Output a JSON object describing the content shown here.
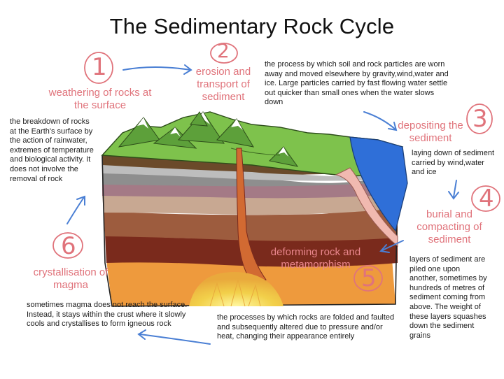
{
  "title": "The Sedimentary Rock Cycle",
  "steps": [
    {
      "number": "1",
      "label": "weathering of rocks at the surface",
      "description": "the breakdown of rocks at the Earth's surface by the action of rainwater, extremes of temperature and biological activity. It does not involve the removal of rock"
    },
    {
      "number": "2",
      "label": "erosion and transport of sediment",
      "description": "the process by which soil and rock particles are worn away and moved elsewhere by gravity,wind,water and ice. Large particles carried by fast flowing water settle out quicker than small ones when the water slows down"
    },
    {
      "number": "3",
      "label": "depositing the sediment",
      "description": "laying down of sediment carried by wind,water and ice"
    },
    {
      "number": "4",
      "label": "burial and compacting of sediment",
      "description": "layers of sediment are piled one upon another, sometimes by hundreds of metres of sediment coming from above. The weight of these layers squashes down the sediment grains"
    },
    {
      "number": "5",
      "label": "deforming rock and metamorphism",
      "description": "the processes by which rocks are folded and faulted and subsequently altered due to pressure and/or heat, changing their appearance entirely"
    },
    {
      "number": "6",
      "label": "crystallisation of magma",
      "description": "sometimes magma does not reach the surface. Instead, it stays within the crust where it slowly cools and crystallises to form igneous rock"
    }
  ],
  "colors": {
    "label": "#e0737b",
    "arrow": "#4a7fd4",
    "grass": "#79c04a",
    "water": "#2f6fd8",
    "magma": "#d9823a",
    "metamorphic_band": "#7a2a1c"
  }
}
